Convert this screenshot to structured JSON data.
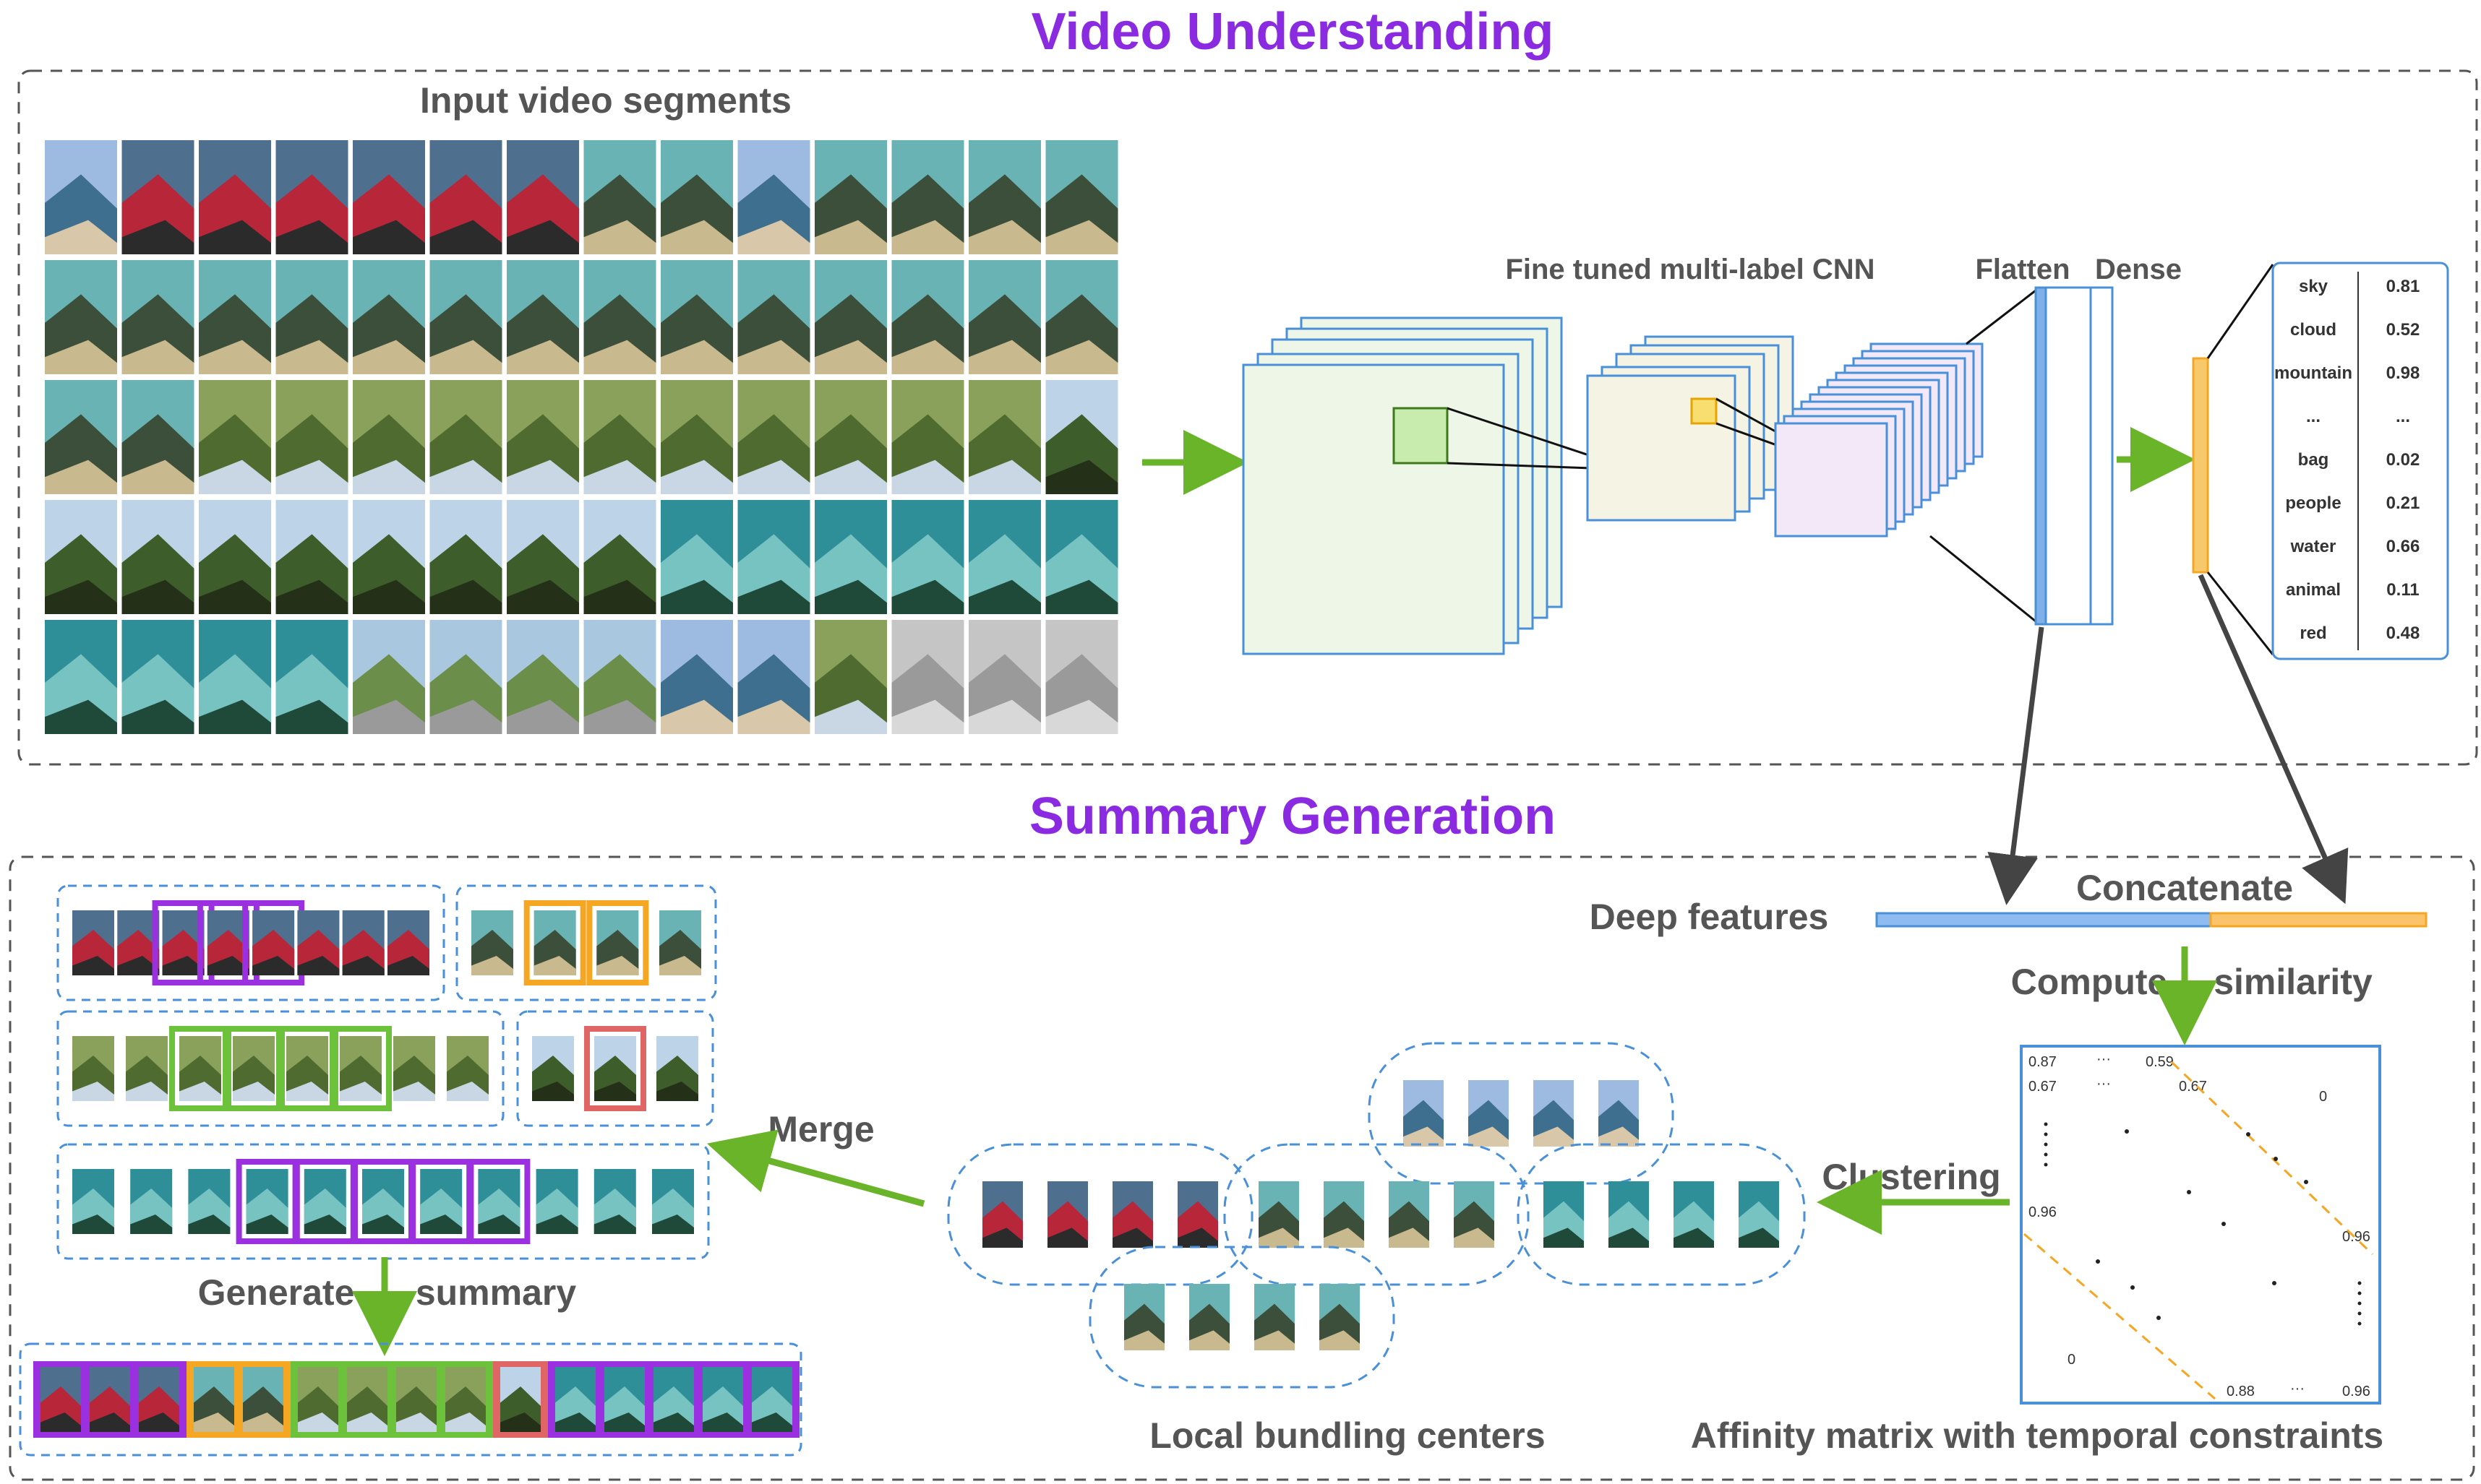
{
  "sections": {
    "video_understanding": "Video Understanding",
    "summary_generation": "Summary Generation"
  },
  "labels": {
    "input_segments": "Input video segments",
    "cnn": "Fine tuned multi-label CNN",
    "flatten": "Flatten",
    "dense": "Dense",
    "deep_features": "Deep features",
    "concatenate": "Concatenate",
    "compute": "Compute",
    "similarity": "similarity",
    "clustering": "Clustering",
    "merge": "Merge",
    "generate": "Generate",
    "summary": "summary",
    "bundling": "Local bundling centers",
    "affinity": "Affinity matrix with temporal constraints"
  },
  "label_scores": [
    {
      "name": "sky",
      "score": "0.81"
    },
    {
      "name": "cloud",
      "score": "0.52"
    },
    {
      "name": "mountain",
      "score": "0.98"
    },
    {
      "name": "...",
      "score": "..."
    },
    {
      "name": "bag",
      "score": "0.02"
    },
    {
      "name": "people",
      "score": "0.21"
    },
    {
      "name": "water",
      "score": "0.66"
    },
    {
      "name": "animal",
      "score": "0.11"
    },
    {
      "name": "red",
      "score": "0.48"
    }
  ],
  "affinity_matrix": {
    "r1c1": "0.87",
    "r1dots": "···",
    "r1c3": "0.59",
    "r2c1": "0.67",
    "r2dots": "···",
    "r2c3": "0.67",
    "zero_top": "0",
    "left_mid": "0.96",
    "right_mid": "0.96",
    "zero_bottom": "0",
    "bottom_c1": "0.88",
    "bottom_dots": "···",
    "bottom_c3": "0.96"
  },
  "colors": {
    "title_purple": "#8a2be2",
    "arrow_green": "#6ab42a",
    "arrow_gray": "#444444",
    "blue": "#4a90d9",
    "orange": "#f5a623",
    "highlight_purple": "#9b30e0",
    "highlight_orange": "#f5a623",
    "highlight_green": "#6cc23a",
    "highlight_red": "#e06666"
  }
}
